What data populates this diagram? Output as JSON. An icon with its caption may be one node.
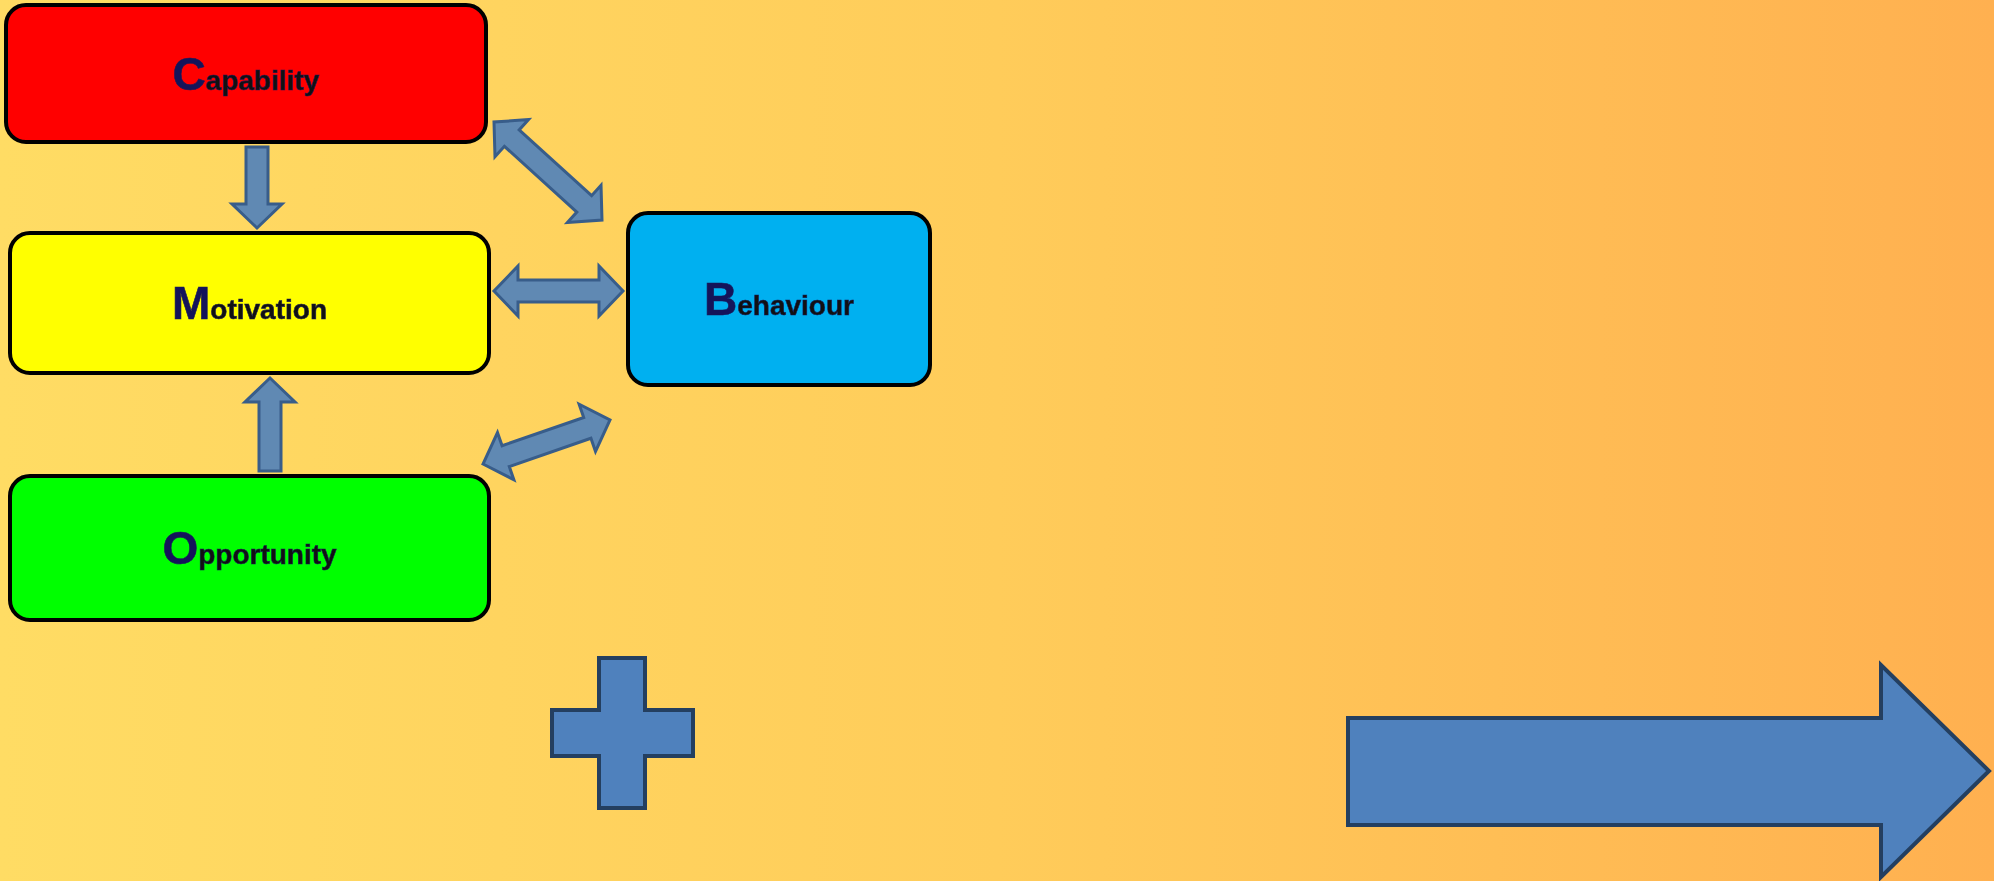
{
  "diagram": {
    "nodes": [
      {
        "text": [
          "Capability"
        ]
      },
      {
        "text": [
          "Motivation"
        ]
      },
      {
        "text": [
          "Opportunity"
        ]
      },
      {
        "text": [
          "Behaviour"
        ]
      }
    ],
    "edges": [
      {
        "from": 0,
        "to": 1,
        "arrow": "to"
      },
      {
        "from": 2,
        "to": 1,
        "arrow": "to"
      },
      {
        "from": 0,
        "to": 3,
        "arrow": "both"
      },
      {
        "from": 1,
        "to": 3,
        "arrow": "both"
      },
      {
        "from": 2,
        "to": 3,
        "arrow": "both"
      }
    ]
  }
}
